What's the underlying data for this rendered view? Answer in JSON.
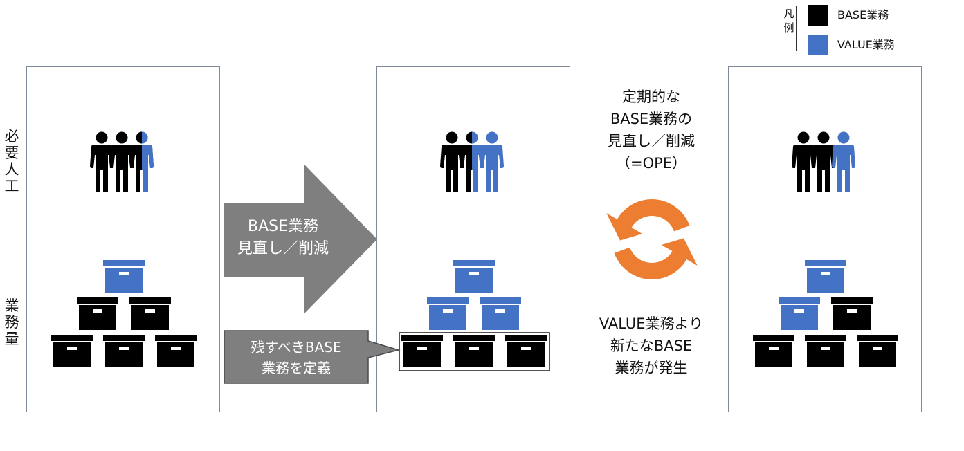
{
  "colors": {
    "base": "#000000",
    "value": "#4472c4",
    "arrow_gray": "#7f7f7f",
    "cycle_orange": "#ed7d31",
    "panel_border": "#7f8a99"
  },
  "legend": {
    "bracket_label": "凡例",
    "items": [
      {
        "label": "BASE業務",
        "color": "#000000"
      },
      {
        "label": "VALUE業務",
        "color": "#4472c4"
      }
    ]
  },
  "row_labels": {
    "people": "必要人工",
    "workload": "業務量"
  },
  "arrow": {
    "label": "BASE業務\n見直し／削減"
  },
  "callout": {
    "label": "残すべきBASE\n業務を定義"
  },
  "cycle": {
    "top_label": "定期的な\nBASE業務の\n見直し／削減\n（=OPE）",
    "bottom_label": "VALUE業務より\n新たなBASE\n業務が発生",
    "icon": "refresh-cycle-icon"
  },
  "panels": [
    {
      "name": "current",
      "people": [
        "base",
        "base",
        "half"
      ],
      "boxes": [
        [
          "value"
        ],
        [
          "base",
          "base"
        ],
        [
          "base",
          "base",
          "base"
        ]
      ]
    },
    {
      "name": "after-review",
      "people": [
        "base",
        "half",
        "value"
      ],
      "boxes": [
        [
          "value"
        ],
        [
          "value",
          "value"
        ],
        [
          "base",
          "base",
          "base"
        ]
      ],
      "highlight_bottom_row": true
    },
    {
      "name": "after-new-base",
      "people": [
        "base",
        "base",
        "value"
      ],
      "boxes": [
        [
          "value"
        ],
        [
          "value",
          "base"
        ],
        [
          "base",
          "base",
          "base"
        ]
      ]
    }
  ]
}
